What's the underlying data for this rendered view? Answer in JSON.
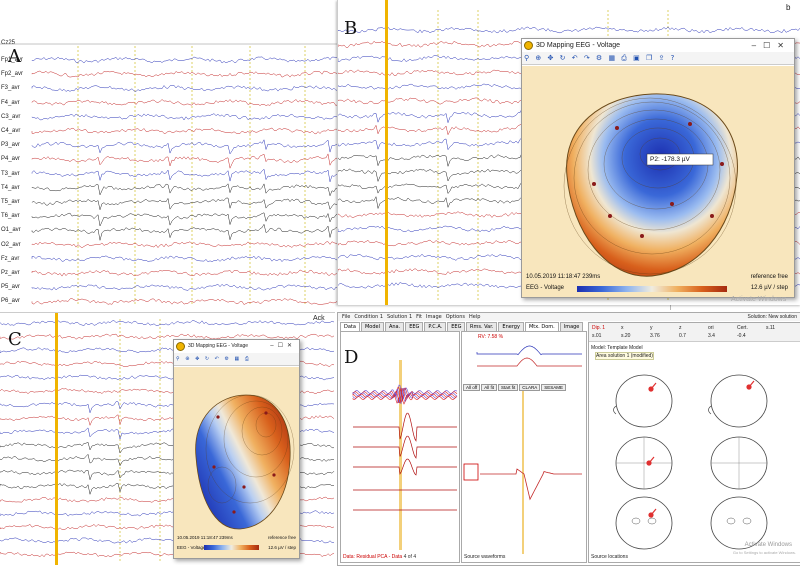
{
  "panels": {
    "a": {
      "letter": "A",
      "top_label": "Cz25"
    },
    "b": {
      "letter": "B",
      "corner_label": "b"
    },
    "c": {
      "letter": "C",
      "corner_label": "Ack"
    },
    "d": {
      "letter": "D"
    }
  },
  "channels": [
    "Fp1_avr",
    "Fp2_avr",
    "F3_avr",
    "F4_avr",
    "C3_avr",
    "C4_avr",
    "P3_avr",
    "P4_avr",
    "T3_avr",
    "T4_avr",
    "T5_avr",
    "T6_avr",
    "O1_avr",
    "O2_avr",
    "Fz_avr",
    "Pz_avr",
    "P5_avr",
    "P6_avr",
    "O1_avr",
    "O2_avr"
  ],
  "map_window_b": {
    "title": "3D Mapping EEG - Voltage",
    "tooltip": "P2: -178.3 µV",
    "timestamp": "10.05.2019 11:18:47 239ms",
    "reference": "reference free",
    "mode": "EEG - Voltage",
    "step": "12.6 µV / step",
    "watermark": "Activate Windows",
    "colors": {
      "negative": "#1c2fb0",
      "positive": "#a52a10",
      "background": "#f8e6bd"
    }
  },
  "map_window_c": {
    "title": "3D Mapping EEG - Voltage",
    "timestamp": "10.05.2019 11:18:47 239ms",
    "reference": "reference free",
    "mode": "EEG - Voltage",
    "step": "12.6 µV / step"
  },
  "toolbar_icons": [
    "search-icon",
    "zoom-icon",
    "move-icon",
    "rotate-icon",
    "undo-icon",
    "redo-icon",
    "settings-icon",
    "grid-icon",
    "print-icon",
    "save-icon",
    "copy-icon",
    "export-icon",
    "help-icon"
  ],
  "source_window": {
    "menu": [
      "File",
      "Condition 1",
      "Solution 1",
      "Fit",
      "Image",
      "Options",
      "Help"
    ],
    "tabs_left": [
      "Data",
      "Model",
      "Ana.",
      "EEG",
      "P.C.A.",
      "EEG"
    ],
    "tabs_mid": [
      "Rms. Var.",
      "Energy",
      "Mtx. Dom.",
      "Image"
    ],
    "left_labels": [
      "Data:",
      "Residual",
      "PCA - Data",
      "4 of 4"
    ],
    "mid_label": "Source waveforms",
    "right_label": "Source locations",
    "model_label": "Model: Template Model",
    "model_sub": "Area solution 1 (modified)",
    "header_values": [
      "Dip. 1",
      "x",
      "y",
      "z",
      "ori",
      "Cert.",
      "s.11",
      "s.01",
      "s.20",
      "3.76",
      "0.7",
      "3.4",
      "-0.4"
    ],
    "mid_buttons": [
      "All off",
      "All fit",
      "Start fit",
      "CLARA",
      "SESAME"
    ],
    "solution_label": "Solution: New solution",
    "watermark_line1": "Activate Windows",
    "watermark_line2": "Go to Settings to activate Windows.",
    "rv_label": "RV: 7.58 %"
  }
}
